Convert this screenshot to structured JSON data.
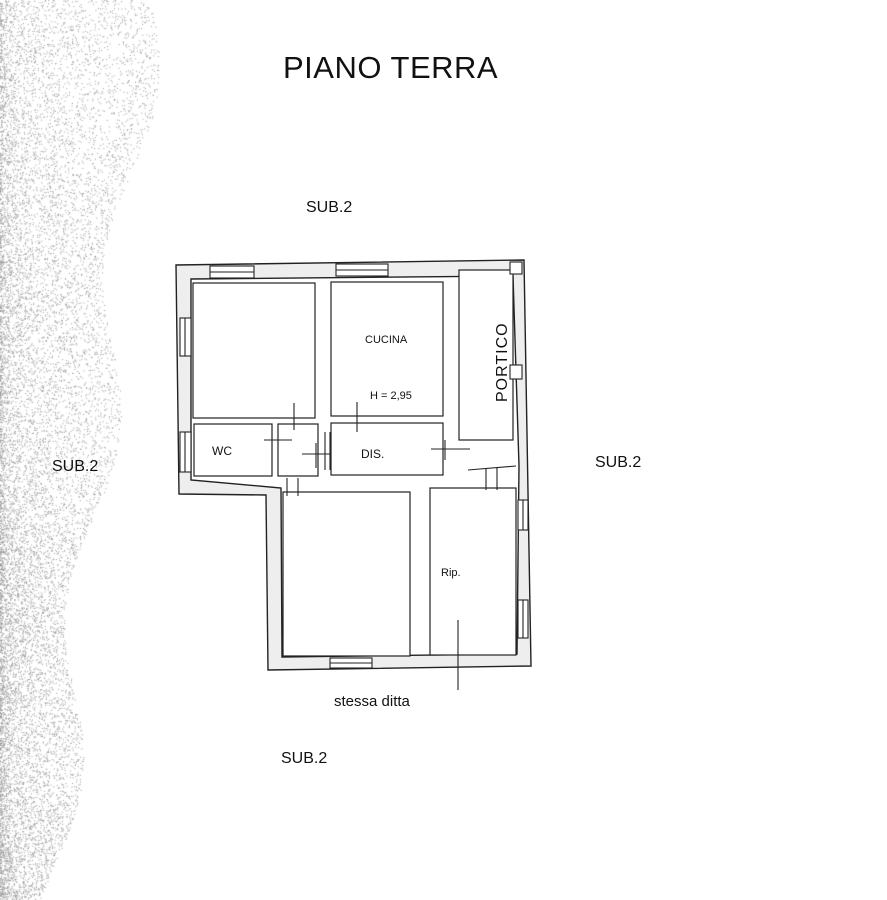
{
  "title": "PIANO TERRA",
  "neighbors": {
    "top": "SUB.2",
    "left": "SUB.2",
    "right": "SUB.2",
    "bottom_far": "SUB.2",
    "bottom_near": "stessa ditta"
  },
  "rooms": {
    "cucina": "CUCINA",
    "height": "H = 2,95",
    "portico": "PORTICO",
    "wc": "WC",
    "dis": "DIS.",
    "rip": "Rip."
  },
  "colors": {
    "wall_fill": "#eeeeee",
    "wall_stroke": "#222222",
    "stipple": "#9a9a9a"
  }
}
